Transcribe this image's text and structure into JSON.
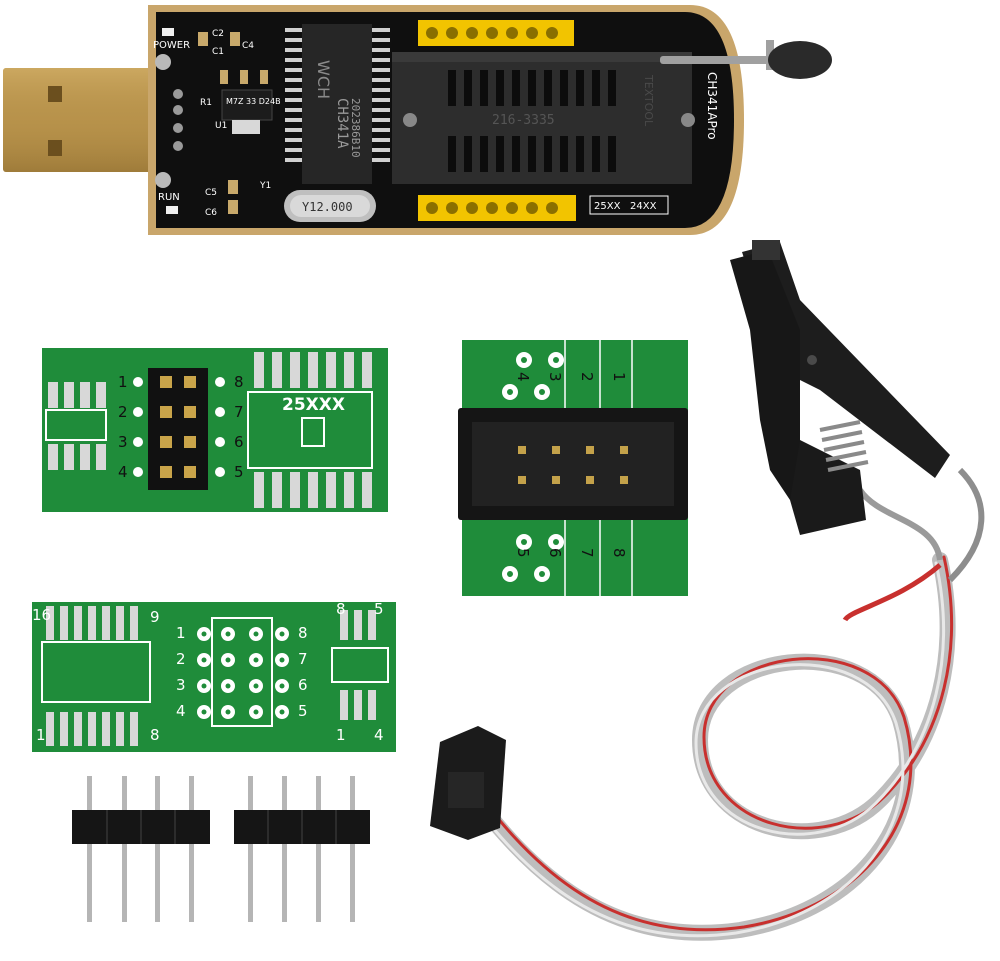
{
  "programmer": {
    "labels": {
      "power": "POWER",
      "run": "RUN",
      "c2": "C2",
      "c1": "C1",
      "c4": "C4",
      "c5": "C5",
      "c6": "C6",
      "r1": "R1",
      "u1": "U1",
      "y1": "Y1",
      "chip_brand": "WCH",
      "chip_model": "CH341A",
      "chip_code": "202386B10",
      "crystal": "Y12.000",
      "regulator": "M7Z 33 D24B",
      "socket_label": "216-3335",
      "socket_brand": "TEXTOOL",
      "board_name": "CH341APro",
      "slot_25": "25XX",
      "slot_24": "24XX"
    }
  },
  "adapter_25xx": {
    "label": "25XXX",
    "left_pins": [
      "1",
      "2",
      "3",
      "4"
    ],
    "right_pins": [
      "8",
      "7",
      "6",
      "5"
    ]
  },
  "adapter_idc": {
    "top_pins": [
      "4",
      "3",
      "2",
      "1"
    ],
    "bottom_pins": [
      "5",
      "6",
      "7",
      "8"
    ]
  },
  "adapter_16": {
    "corner_top_left": "16",
    "corner_top_mid": "9",
    "corner_bottom_left": "1",
    "corner_bottom_mid": "8",
    "corner_top_right_a": "8",
    "corner_top_right_b": "5",
    "corner_bottom_right_a": "1",
    "corner_bottom_right_b": "4",
    "left_pins": [
      "1",
      "2",
      "3",
      "4"
    ],
    "right_pins": [
      "8",
      "7",
      "6",
      "5"
    ]
  },
  "colors": {
    "background": "#ffffff",
    "pcb_black": "#111111",
    "gold": "#c9a66b",
    "pcb_green": "#1f8c3a",
    "header_yellow": "#f2c400",
    "usb_gold": "#c8a457",
    "clip_black": "#1a1a1a",
    "wire_red": "#c8302e",
    "wire_grey": "#9a9a9a"
  }
}
